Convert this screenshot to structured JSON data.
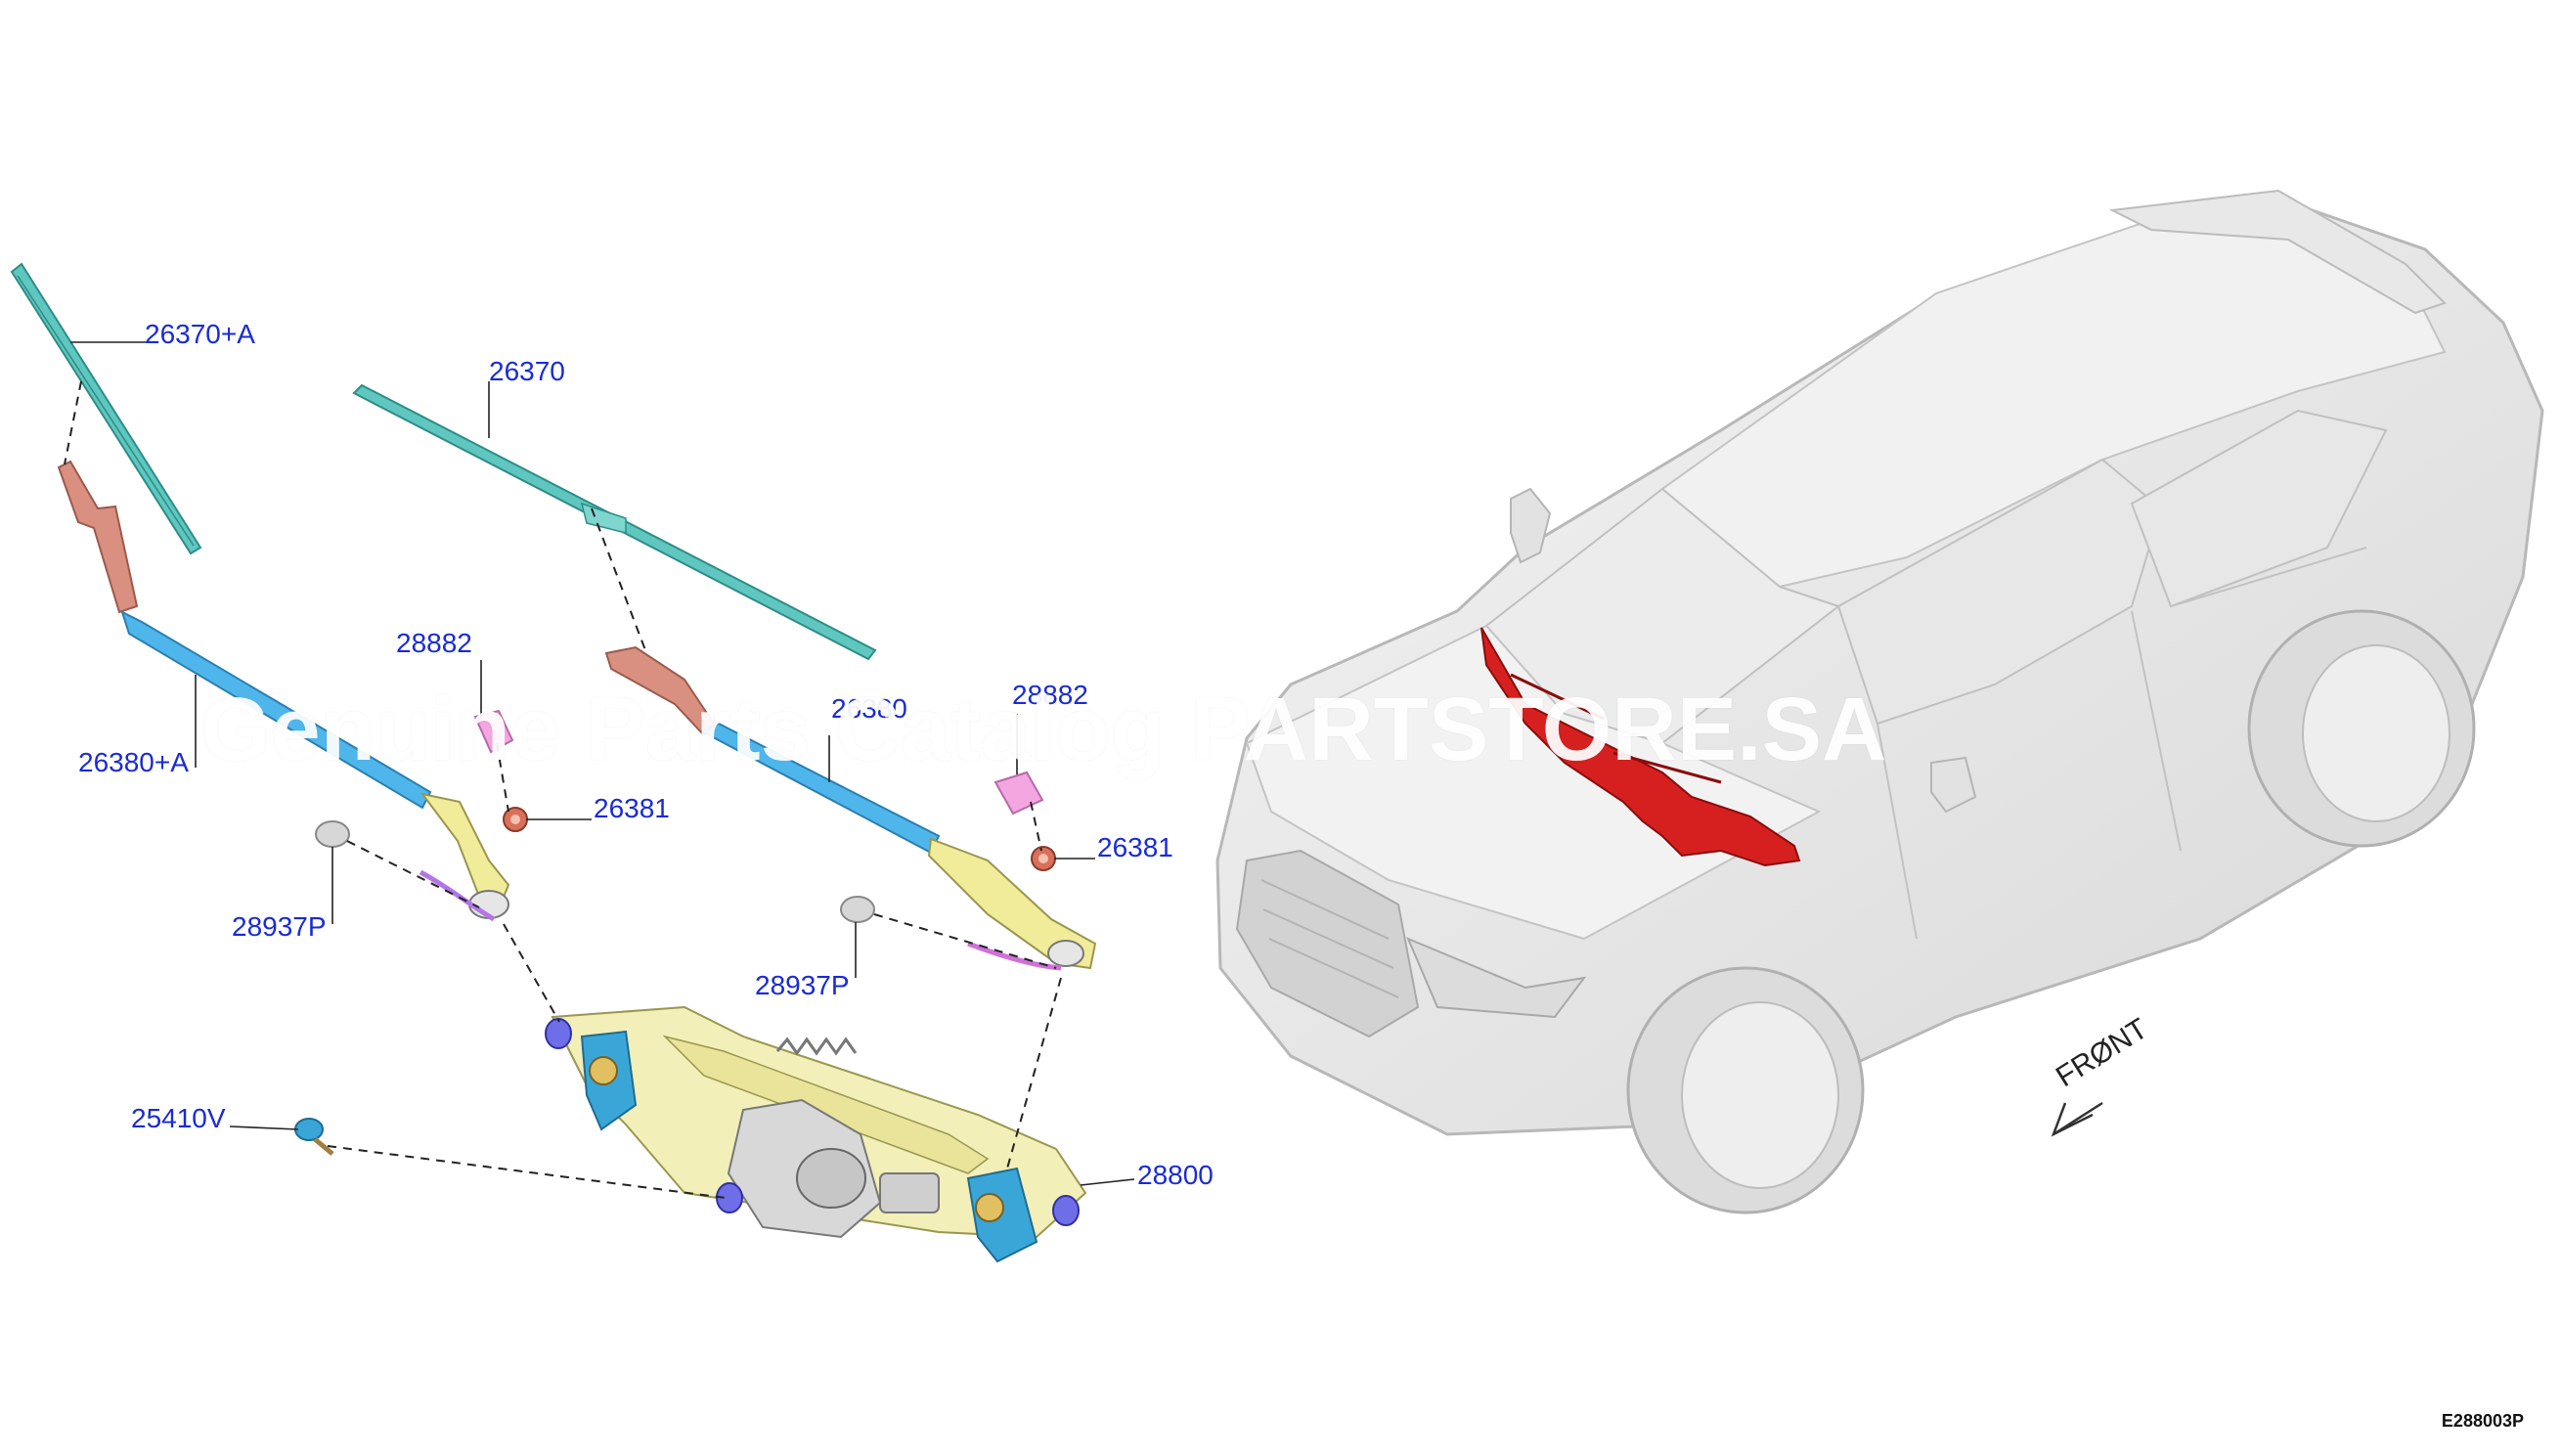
{
  "parts": [
    {
      "id": "blade_left",
      "label": "26370+A"
    },
    {
      "id": "blade_right",
      "label": "26370"
    },
    {
      "id": "arm_left",
      "label": "26380+A"
    },
    {
      "id": "arm_right",
      "label": "26380"
    },
    {
      "id": "cap_left",
      "label": "28882"
    },
    {
      "id": "cap_right",
      "label": "28882"
    },
    {
      "id": "nut_left",
      "label": "26381"
    },
    {
      "id": "nut_right",
      "label": "26381"
    },
    {
      "id": "nozzle_left",
      "label": "28937P"
    },
    {
      "id": "nozzle_right",
      "label": "28937P"
    },
    {
      "id": "bolt",
      "label": "25410V"
    },
    {
      "id": "linkage_motor",
      "label": "28800"
    }
  ],
  "watermark": "Genuine Parts Catalog PARTSTORE.SA",
  "front_label": "FRØNT",
  "figure_code": "E288003P",
  "colors": {
    "callout_text": "#1a2bd6",
    "blade": "#5fc7c0",
    "arm_blue": "#4fb6ec",
    "arm_salmon": "#d99080",
    "arm_yellow": "#f0ec9a",
    "cap_pink": "#f3a6e0",
    "nut_red": "#d9705a",
    "linkage_yellow": "#f2efb8",
    "pivot_cyan": "#3aa6d8",
    "grommet_purple": "#6e6ee8",
    "car_gray": "#e3e3e3",
    "highlight_red": "#d62020"
  }
}
